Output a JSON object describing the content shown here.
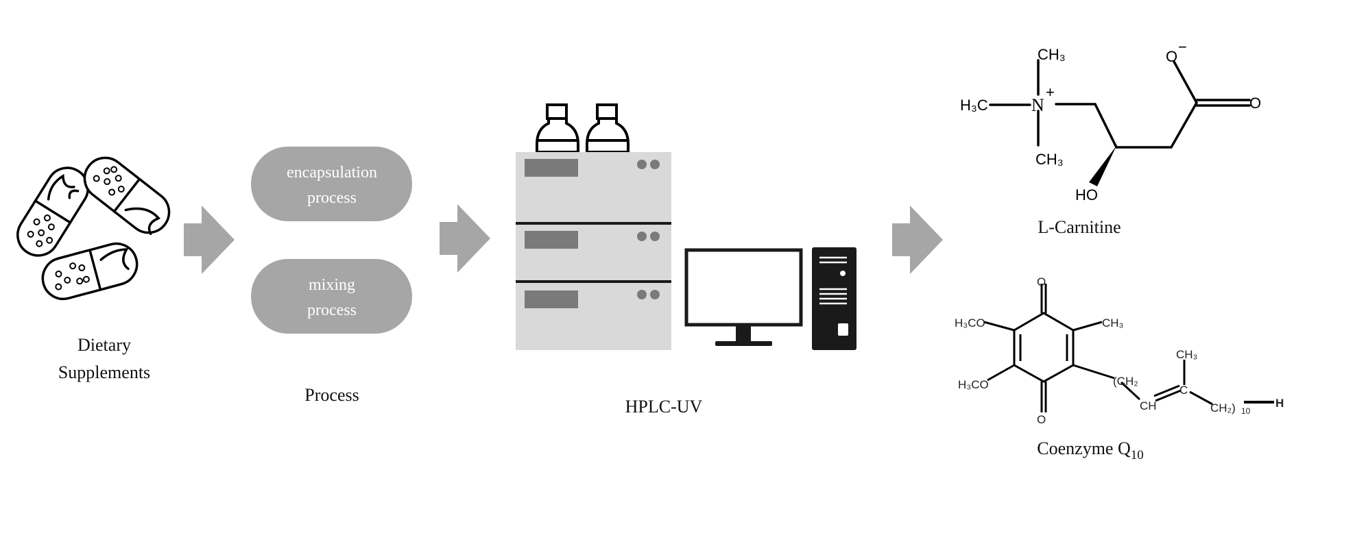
{
  "colors": {
    "arrow": "#a6a6a6",
    "process_pill": "#a6a6a6",
    "hplc_body": "#d9d9d9",
    "hplc_panel": "#7a7a7a",
    "computer": "#1a1a1a"
  },
  "stage1": {
    "label_line1": "Dietary",
    "label_line2": "Supplements"
  },
  "stage2": {
    "pills": [
      {
        "line1": "encapsulation",
        "line2": "process"
      },
      {
        "line1": "mixing",
        "line2": "process"
      }
    ],
    "label": "Process"
  },
  "stage3": {
    "label": "HPLC-UV"
  },
  "stage4": {
    "carnitine": {
      "name": "L-Carnitine",
      "atoms": {
        "ch3_top": "CH₃",
        "h3c_left": "H₃C",
        "n_plus": "N",
        "plus": "+",
        "ch3_bottom": "CH₃",
        "o_minus": "O",
        "minus": "−",
        "o_double": "O",
        "ho": "HO"
      }
    },
    "coq10": {
      "name": "Coenzyme Q",
      "name_sub": "10",
      "atoms": {
        "o_top": "O",
        "o_bottom": "O",
        "h3co_top": "H₃CO",
        "h3co_bottom": "H₃CO",
        "ch3_ring": "CH₃",
        "ch2_open": "(CH₂",
        "ch": "CH",
        "c": "C",
        "ch3_chain": "CH₃",
        "ch2_close": "CH₂)",
        "repeat": "10",
        "h": "H"
      }
    }
  }
}
